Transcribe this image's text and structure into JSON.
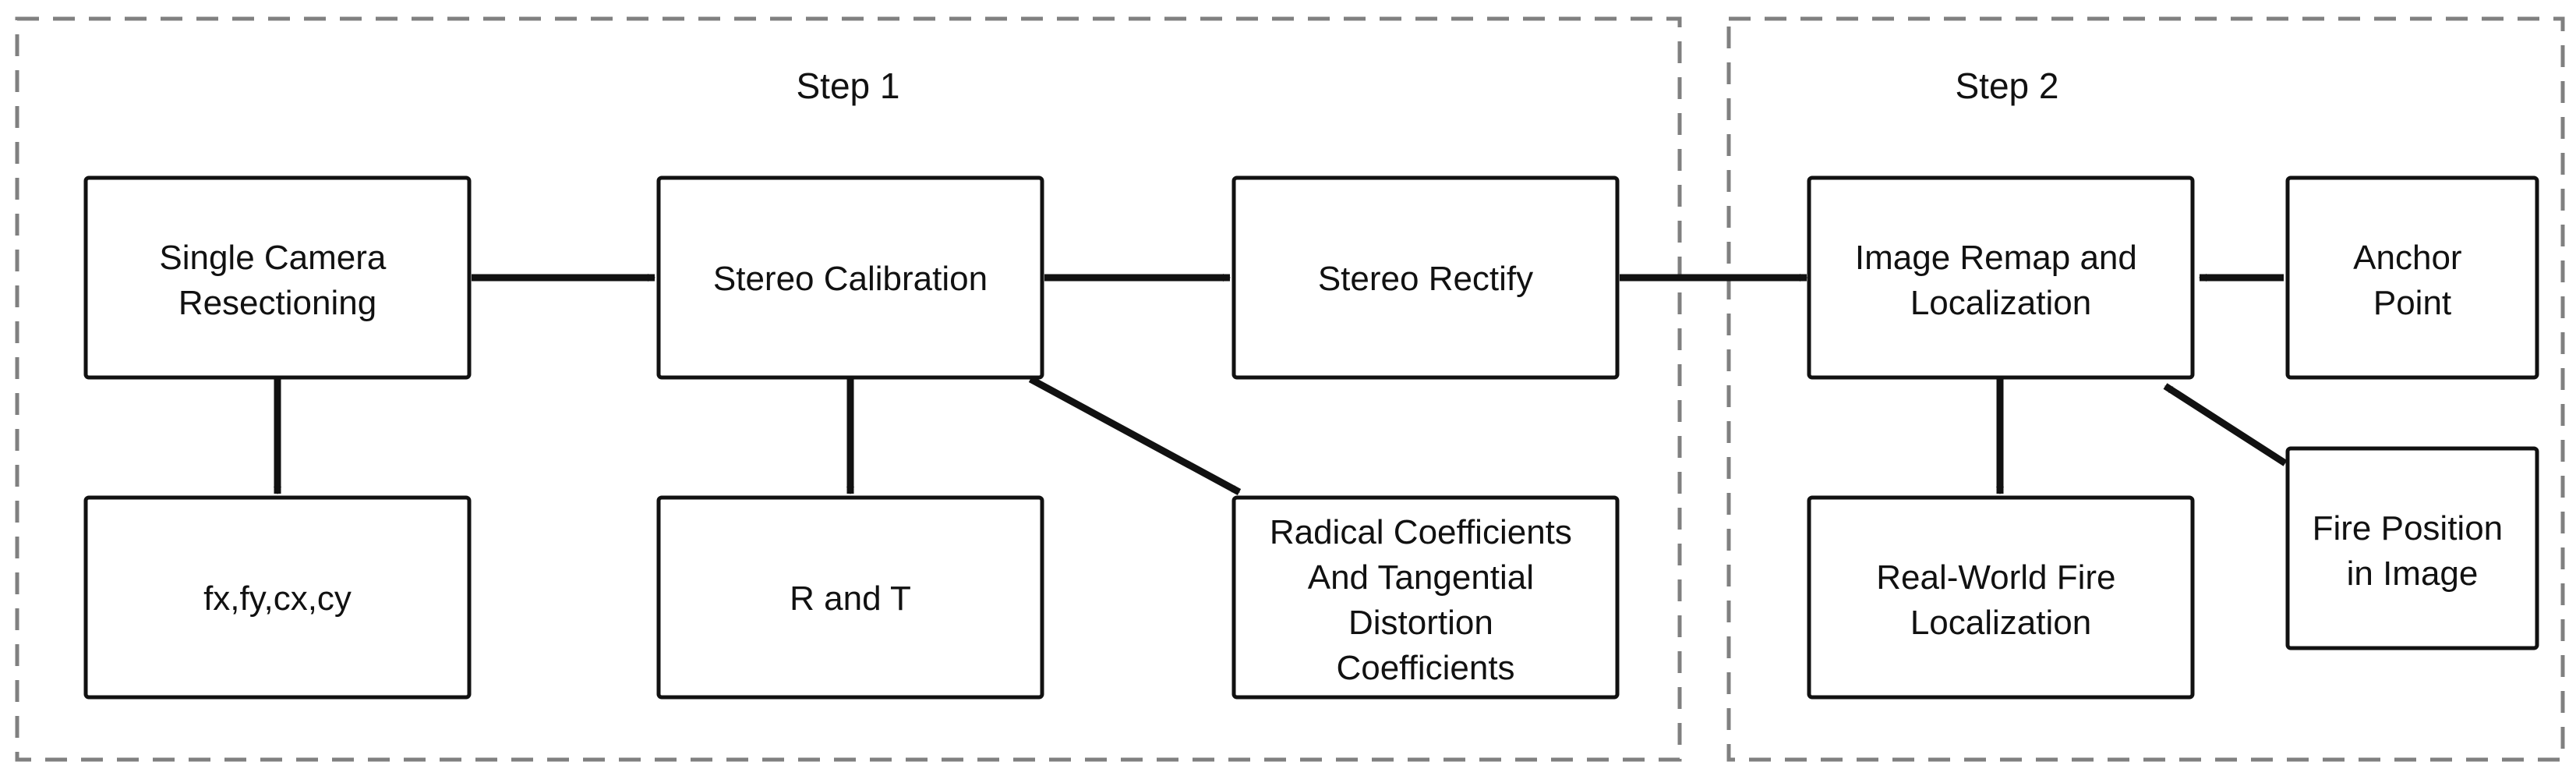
{
  "groups": {
    "step1": {
      "label": "Step 1"
    },
    "step2": {
      "label": "Step 2"
    }
  },
  "nodes": {
    "single_camera": {
      "lines": [
        "Single Camera",
        "Resectioning"
      ]
    },
    "stereo_calibration": {
      "lines": [
        "Stereo Calibration"
      ]
    },
    "stereo_rectify": {
      "lines": [
        "Stereo Rectify"
      ]
    },
    "image_remap": {
      "lines": [
        "Image Remap and",
        "Localization"
      ]
    },
    "anchor_point": {
      "lines": [
        "Anchor",
        "Point"
      ]
    },
    "intrinsics": {
      "lines": [
        "fx,fy,cx,cy"
      ]
    },
    "r_and_t": {
      "lines": [
        "R and T"
      ]
    },
    "distortion": {
      "lines": [
        "Radical Coefficients",
        "And Tangential",
        "Distortion",
        "Coefficients"
      ]
    },
    "real_world_fire": {
      "lines": [
        "Real-World Fire",
        "Localization"
      ]
    },
    "fire_position": {
      "lines": [
        "Fire Position",
        "in Image"
      ]
    }
  },
  "colors": {
    "border": "#111111",
    "dashed": "#808080",
    "arrow": "#111111",
    "background": "#ffffff"
  }
}
